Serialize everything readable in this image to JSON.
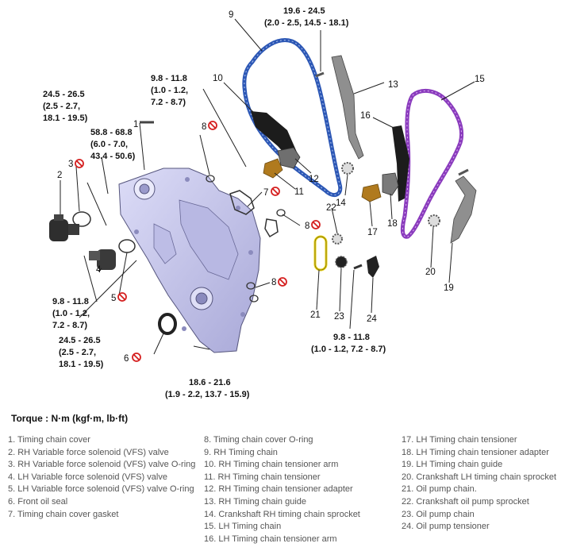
{
  "callouts": {
    "c1": "1",
    "c2": "2",
    "c3": "3",
    "c4": "4",
    "c5": "5",
    "c6": "6",
    "c7": "7",
    "c8a": "8",
    "c8b": "8",
    "c8c": "8",
    "c9": "9",
    "c10": "10",
    "c11": "11",
    "c12": "12",
    "c13": "13",
    "c14": "14",
    "c15": "15",
    "c16": "16",
    "c17": "17",
    "c18": "18",
    "c19": "19",
    "c20": "20",
    "c21": "21",
    "c22": "22",
    "c23": "23",
    "c24": "24"
  },
  "torques": {
    "t1": [
      "24.5 - 26.5",
      "(2.5 - 2.7,",
      "18.1 - 19.5)"
    ],
    "t2": [
      "58.8 - 68.8",
      "(6.0 - 7.0,",
      "43.4 - 50.6)"
    ],
    "t3": [
      "9.8 - 11.8",
      "(1.0 - 1.2,",
      "7.2 - 8.7)"
    ],
    "t4": [
      "19.6 - 24.5",
      "(2.0 - 2.5, 14.5 - 18.1)"
    ],
    "t5": [
      "9.8 - 11.8",
      "(1.0 - 1.2,",
      "7.2 - 8.7)"
    ],
    "t6": [
      "24.5 - 26.5",
      "(2.5 - 2.7,",
      "18.1 - 19.5)"
    ],
    "t7": [
      "18.6 - 21.6",
      "(1.9 - 2.2, 13.7 - 15.9)"
    ],
    "t8": [
      "9.8 - 11.8",
      "(1.0 - 1.2, 7.2 - 8.7)"
    ]
  },
  "torque_title": "Torque : N·m (kgf·m, lb·ft)",
  "legend": {
    "col1": [
      "1. Timing chain cover",
      "2. RH Variable force solenoid (VFS) valve",
      "3. RH Variable force solenoid (VFS) valve O-ring",
      "4. LH Variable force solenoid (VFS) valve",
      "5. LH Variable force solenoid (VFS) valve O-ring",
      "6. Front oil seal",
      "7. Timing chain cover gasket"
    ],
    "col2": [
      "8. Timing chain cover O-ring",
      "9. RH Timing chain",
      "10. RH Timing chain tensioner arm",
      "11. RH Timing chain tensioner",
      "12. RH Timing chain tensioner adapter",
      "13. RH Timing chain guide",
      "14. Crankshaft RH timing chain sprocket",
      "15. LH Timing chain",
      "16. LH Timing chain tensioner arm"
    ],
    "col3": [
      "17. LH Timing chain tensioner",
      "18. LH Timing chain tensioner adapter",
      "19. LH Timing chain guide",
      "20. Crankshaft LH timing chain sprocket",
      "21. Oil pump chain.",
      "22. Crankshaft oil pump sprocket",
      "23. Oil pump chain",
      "24. Oil pump tensioner"
    ]
  },
  "icons": {
    "no_reuse": "no-reuse-icon"
  },
  "colors": {
    "cover_fill": "#c9c9ef",
    "rh_chain": "#2c57b5",
    "lh_chain": "#8a3bbd",
    "oil_pump_chain": "#e8d21a",
    "tensioner_bronze": "#b07a1e",
    "no_reuse_red": "#d52020"
  }
}
